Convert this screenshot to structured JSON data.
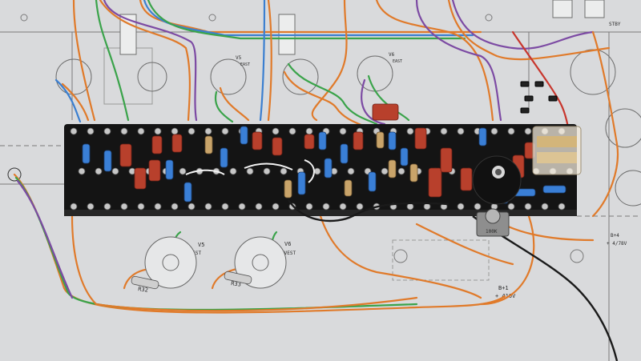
{
  "photo": {
    "subject": "tube amplifier turret board on layout drawing",
    "drawing_labels": {
      "v5_left": "V5",
      "v5_left_sub": "OVEST",
      "v6_left": "V6",
      "v6_left_sub": "OVEST",
      "v5_top": "V5",
      "v5_top_sub": "EAST",
      "v6_top": "V6",
      "v6_top_sub": "EAST",
      "r32": "R32",
      "r33": "R33",
      "b1": "B+1",
      "b1_volt": "+ 410V",
      "b4": "B+4",
      "b4_volt": "+ 4/78V",
      "stby": "STBY",
      "pot": "100K"
    },
    "colors": {
      "background_paper": "#d9dadc",
      "board": "#141414",
      "wire_orange": "#e07a2a",
      "wire_green": "#3aa34a",
      "wire_purple": "#7c4aa3",
      "wire_blue": "#3b7fd0",
      "wire_red": "#c8362d",
      "cap_red": "#b8402c",
      "res_blue": "#3a7fd6",
      "res_tan": "#c9a46a",
      "white_wire": "#f2f2f2"
    }
  }
}
